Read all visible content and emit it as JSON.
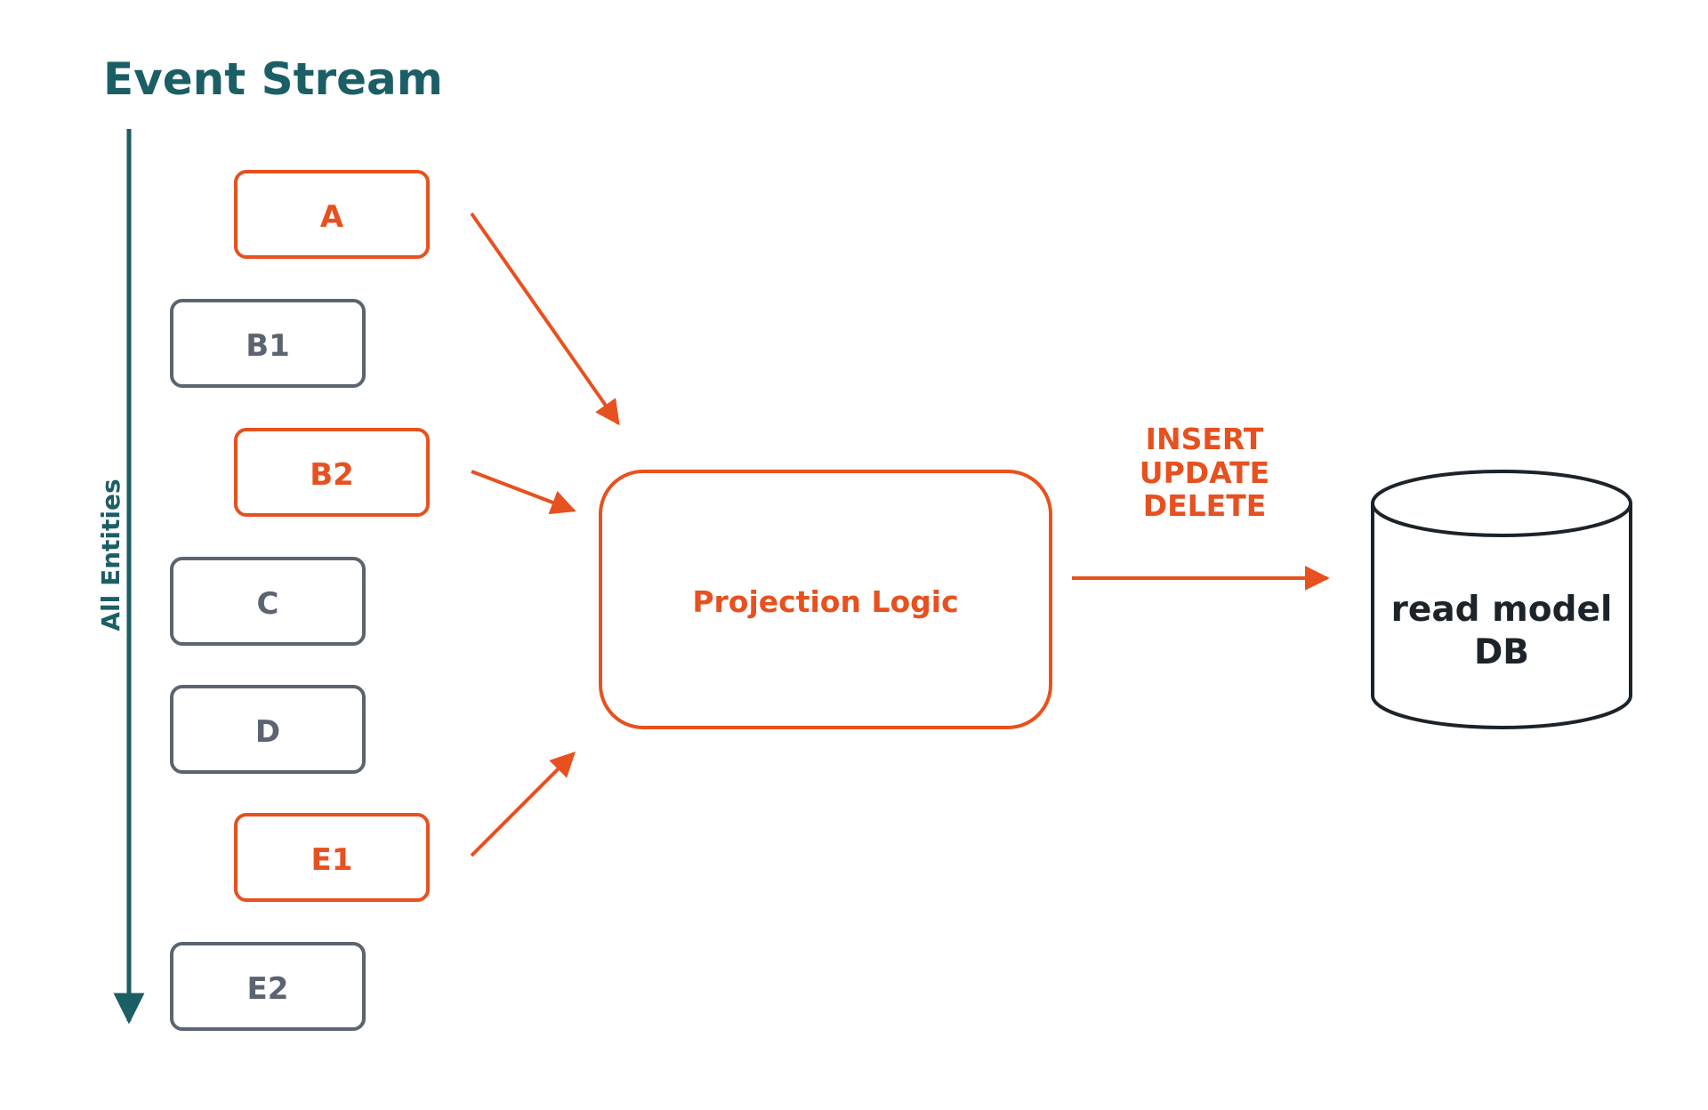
{
  "colors": {
    "teal": "#1b5e66",
    "orange": "#e7511f",
    "gray": "#5b6470",
    "dark": "#1c2329"
  },
  "title": "Event Stream",
  "axis_label": "All Entities",
  "events": [
    {
      "label": "A",
      "highlighted": true
    },
    {
      "label": "B1",
      "highlighted": false
    },
    {
      "label": "B2",
      "highlighted": true
    },
    {
      "label": "C",
      "highlighted": false
    },
    {
      "label": "D",
      "highlighted": false
    },
    {
      "label": "E1",
      "highlighted": true
    },
    {
      "label": "E2",
      "highlighted": false
    }
  ],
  "projection_label": "Projection Logic",
  "operations": [
    "INSERT",
    "UPDATE",
    "DELETE"
  ],
  "database": {
    "label_line1": "read model",
    "label_line2": "DB"
  }
}
